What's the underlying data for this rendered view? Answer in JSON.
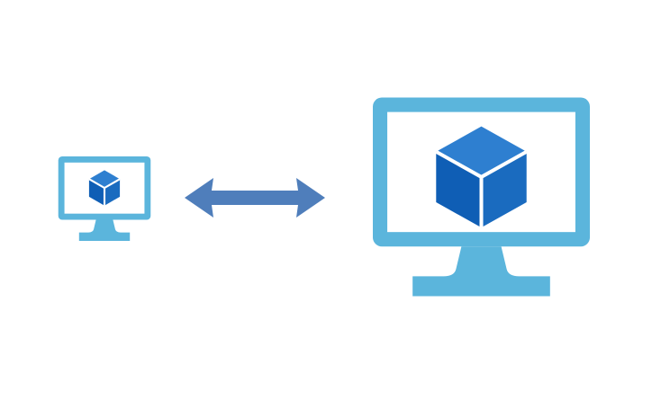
{
  "diagram": {
    "colors": {
      "monitor": "#5BB5DC",
      "screen": "#FFFFFF",
      "cube_top": "#2E7FD0",
      "cube_left": "#0F5EB5",
      "cube_right": "#1A6BBF",
      "cube_edges": "#FFFFFF",
      "arrow": "#4F7EBB"
    },
    "nodes": [
      {
        "name": "virtual-machine-small",
        "icon": "virtual-machine-icon"
      },
      {
        "name": "virtual-machine-large",
        "icon": "virtual-machine-icon"
      }
    ],
    "connector": {
      "icon": "double-headed-arrow",
      "direction": "bidirectional"
    }
  }
}
